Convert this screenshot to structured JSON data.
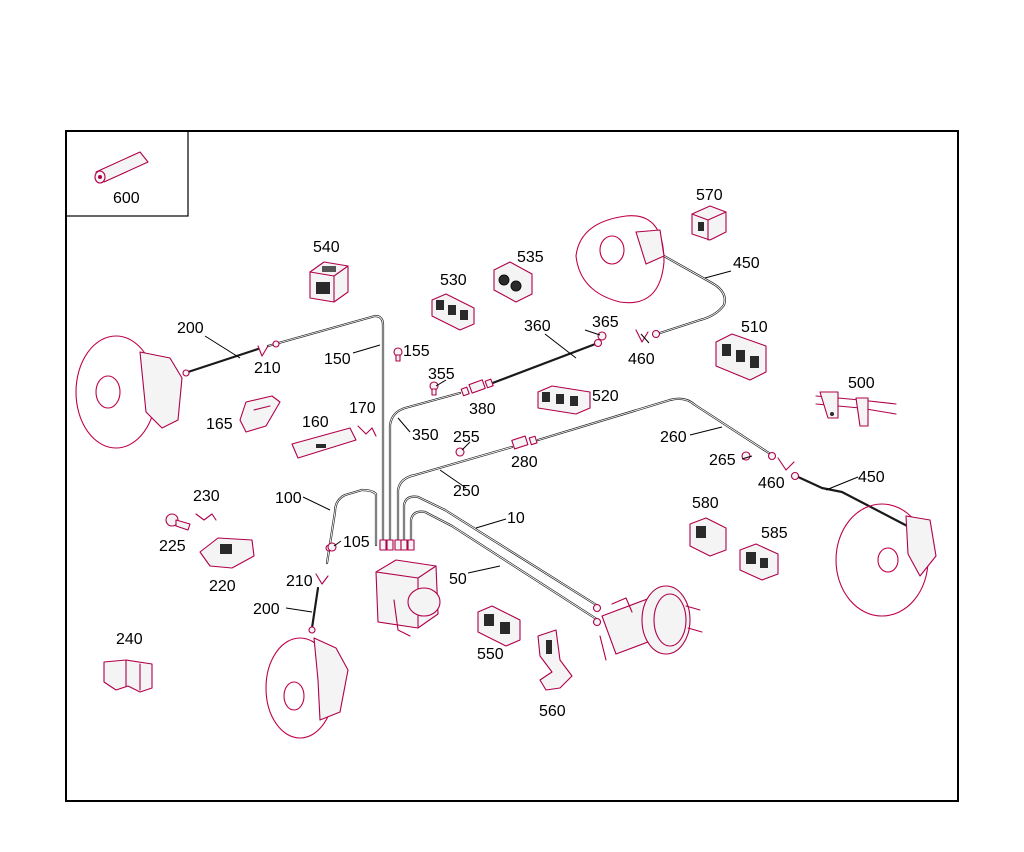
{
  "labels": {
    "l600": "600",
    "l570": "570",
    "l450a": "450",
    "l540": "540",
    "l535": "535",
    "l530": "530",
    "l365": "365",
    "l360": "360",
    "l510": "510",
    "l460a": "460",
    "l200a": "200",
    "l210a": "210",
    "l150": "150",
    "l155": "155",
    "l355": "355",
    "l380": "380",
    "l500": "500",
    "l520": "520",
    "l165": "165",
    "l160": "160",
    "l170": "170",
    "l350": "350",
    "l255": "255",
    "l260": "260",
    "l265": "265",
    "l280": "280",
    "l460b": "460",
    "l450b": "450",
    "l250": "250",
    "l230": "230",
    "l100": "100",
    "l10": "10",
    "l580": "580",
    "l225": "225",
    "l105": "105",
    "l585": "585",
    "l220": "220",
    "l210b": "210",
    "l50": "50",
    "l200b": "200",
    "l240": "240",
    "l550": "550",
    "l560": "560"
  },
  "colors": {
    "line_art": "#b0004a",
    "pipes": "#1a1a1a",
    "frame": "#000000"
  }
}
